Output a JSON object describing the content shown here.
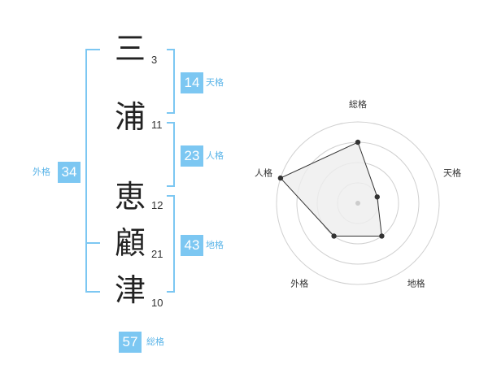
{
  "name": {
    "characters": [
      {
        "char": "三",
        "strokes": "3"
      },
      {
        "char": "浦",
        "strokes": "11"
      },
      {
        "char": "恵",
        "strokes": "12"
      },
      {
        "char": "顧",
        "strokes": "21"
      },
      {
        "char": "津",
        "strokes": "10"
      }
    ]
  },
  "fortune": {
    "tenkaku": {
      "value": "14",
      "label": "天格"
    },
    "jinkaku": {
      "value": "23",
      "label": "人格"
    },
    "chikaku": {
      "value": "43",
      "label": "地格"
    },
    "gaikaku": {
      "value": "34",
      "label": "外格"
    },
    "soukaku": {
      "value": "57",
      "label": "総格"
    }
  },
  "colors": {
    "accent": "#7cc7f2",
    "accent_text": "#5ab4e8",
    "radar_fill": "#eeeeee",
    "radar_line": "#333333",
    "grid": "#d0d0d0"
  },
  "chart_data": {
    "type": "radar",
    "axes": [
      "総格",
      "天格",
      "地格",
      "外格",
      "人格"
    ],
    "levels": 4,
    "range": [
      0,
      4
    ],
    "values": [
      3,
      1,
      2,
      2,
      4
    ]
  }
}
